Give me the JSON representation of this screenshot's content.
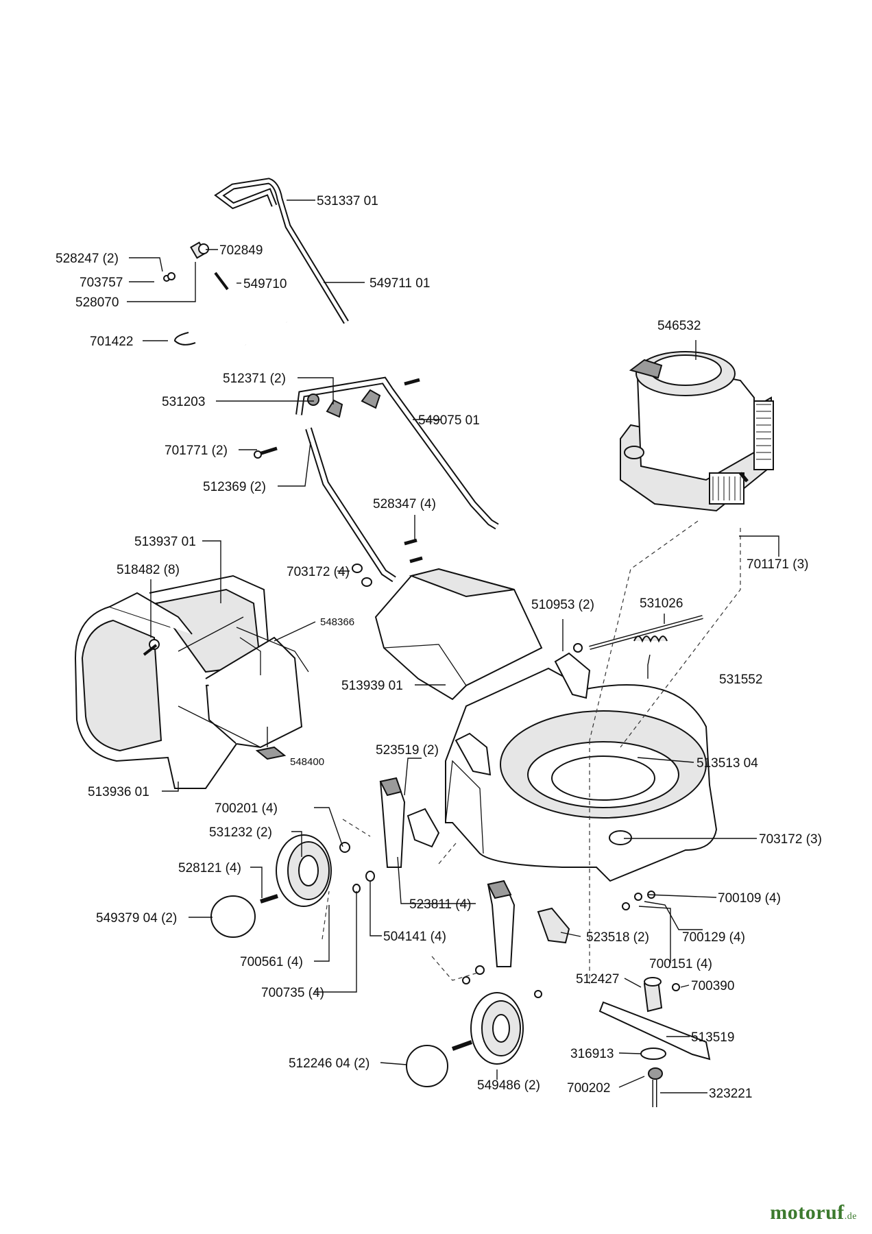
{
  "brand": {
    "name_part1": "motoruf",
    "name_part2": "",
    "domain": ".de"
  },
  "parts": [
    {
      "id": "p1",
      "label": "531337 01"
    },
    {
      "id": "p2",
      "label": "528247 (2)"
    },
    {
      "id": "p3",
      "label": "702849"
    },
    {
      "id": "p4",
      "label": "703757"
    },
    {
      "id": "p5",
      "label": "549710"
    },
    {
      "id": "p6",
      "label": "528070"
    },
    {
      "id": "p7",
      "label": "549711 01"
    },
    {
      "id": "p8",
      "label": "701422"
    },
    {
      "id": "p9",
      "label": "546532"
    },
    {
      "id": "p10",
      "label": "512371 (2)"
    },
    {
      "id": "p11",
      "label": "531203"
    },
    {
      "id": "p12",
      "label": "549075 01"
    },
    {
      "id": "p13",
      "label": "701771 (2)"
    },
    {
      "id": "p14",
      "label": "512369 (2)"
    },
    {
      "id": "p15",
      "label": "528347 (4)"
    },
    {
      "id": "p16",
      "label": "513937 01"
    },
    {
      "id": "p17",
      "label": "701171 (3)"
    },
    {
      "id": "p18",
      "label": "518482 (8)"
    },
    {
      "id": "p19",
      "label": "703172 (4)"
    },
    {
      "id": "p20",
      "label": "510953 (2)"
    },
    {
      "id": "p21",
      "label": "531026"
    },
    {
      "id": "p22",
      "label": "548366"
    },
    {
      "id": "p23",
      "label": "513939 01"
    },
    {
      "id": "p24",
      "label": "531552"
    },
    {
      "id": "p25",
      "label": "548400"
    },
    {
      "id": "p26",
      "label": "523519 (2)"
    },
    {
      "id": "p27",
      "label": "513513 04"
    },
    {
      "id": "p28",
      "label": "513936 01"
    },
    {
      "id": "p29",
      "label": "700201 (4)"
    },
    {
      "id": "p30",
      "label": "531232 (2)"
    },
    {
      "id": "p31",
      "label": "703172 (3)"
    },
    {
      "id": "p32",
      "label": "528121 (4)"
    },
    {
      "id": "p33",
      "label": "700109 (4)"
    },
    {
      "id": "p34",
      "label": "523811 (4)"
    },
    {
      "id": "p35",
      "label": "549379 04 (2)"
    },
    {
      "id": "p36",
      "label": "504141 (4)"
    },
    {
      "id": "p37",
      "label": "523518 (2)"
    },
    {
      "id": "p38",
      "label": "700129 (4)"
    },
    {
      "id": "p39",
      "label": "700561 (4)"
    },
    {
      "id": "p40",
      "label": "700151 (4)"
    },
    {
      "id": "p41",
      "label": "512427"
    },
    {
      "id": "p42",
      "label": "700390"
    },
    {
      "id": "p43",
      "label": "700735 (4)"
    },
    {
      "id": "p44",
      "label": "513519"
    },
    {
      "id": "p45",
      "label": "316913"
    },
    {
      "id": "p46",
      "label": "512246 04 (2)"
    },
    {
      "id": "p47",
      "label": "700202"
    },
    {
      "id": "p48",
      "label": "323221"
    },
    {
      "id": "p49",
      "label": "549486 (2)"
    }
  ]
}
